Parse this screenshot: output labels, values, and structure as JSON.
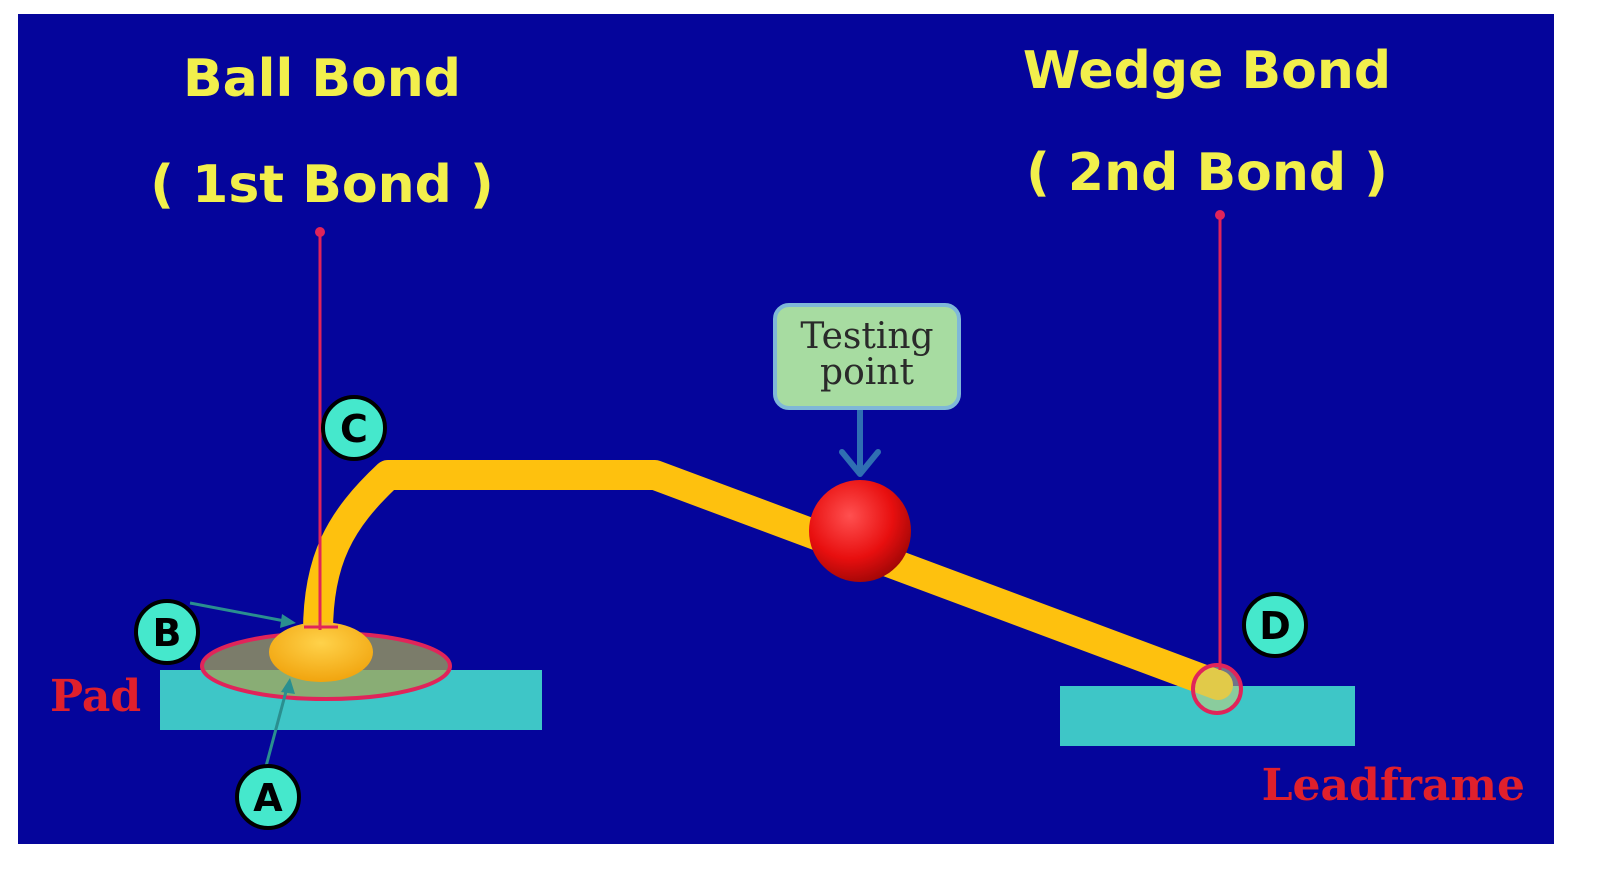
{
  "colors": {
    "background": "#05059b",
    "title": "#f2ef4c",
    "wire": "#fec10e",
    "pointer_line": "#e0245a",
    "substrate": "#3ec6c7",
    "marker_fill": "#45e8cc",
    "test_ball": "#e80f0f",
    "callout_fill": "#a7dca1",
    "callout_arrow": "#2f6fb2",
    "label_red": "#e0202c"
  },
  "ball_bond": {
    "title": "Ball Bond",
    "subtitle": "( 1st Bond )"
  },
  "wedge_bond": {
    "title": "Wedge Bond",
    "subtitle": "( 2nd Bond )"
  },
  "callout": {
    "line1": "Testing",
    "line2": "point"
  },
  "markers": {
    "a": "A",
    "b": "B",
    "c": "C",
    "d": "D"
  },
  "labels": {
    "pad": "Pad",
    "leadframe": "Leadframe"
  }
}
